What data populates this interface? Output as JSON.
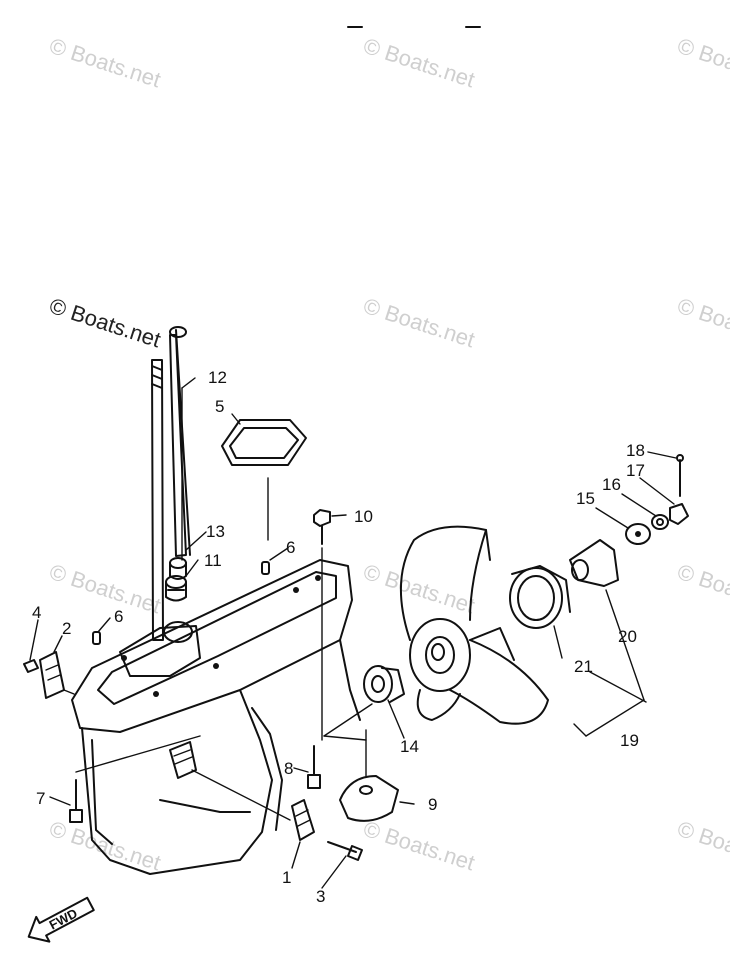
{
  "watermark": "© Boats.net",
  "callouts": {
    "p1": "1",
    "p2": "2",
    "p3": "3",
    "p4": "4",
    "p5": "5",
    "p6a": "6",
    "p6b": "6",
    "p7": "7",
    "p8": "8",
    "p9": "9",
    "p10": "10",
    "p11": "11",
    "p12": "12",
    "p13": "13",
    "p14": "14",
    "p15": "15",
    "p16": "16",
    "p17": "17",
    "p18": "18",
    "p19": "19",
    "p20": "20",
    "p21": "21"
  },
  "direction_tag": "FWD"
}
